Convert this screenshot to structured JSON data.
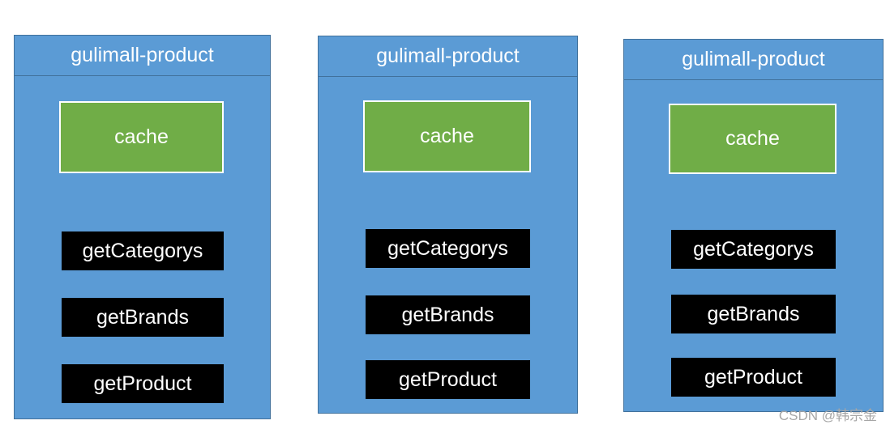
{
  "services": [
    {
      "title": "gulimall-product",
      "cache_label": "cache",
      "methods": [
        "getCategorys",
        "getBrands",
        "getProduct"
      ]
    },
    {
      "title": "gulimall-product",
      "cache_label": "cache",
      "methods": [
        "getCategorys",
        "getBrands",
        "getProduct"
      ]
    },
    {
      "title": "gulimall-product",
      "cache_label": "cache",
      "methods": [
        "getCategorys",
        "getBrands",
        "getProduct"
      ]
    }
  ],
  "watermark": "CSDN @韩宗金",
  "colors": {
    "service_fill": "#5b9bd5",
    "service_border": "#41719c",
    "cache_fill": "#70ad47",
    "method_fill": "#000000",
    "text": "#ffffff"
  }
}
